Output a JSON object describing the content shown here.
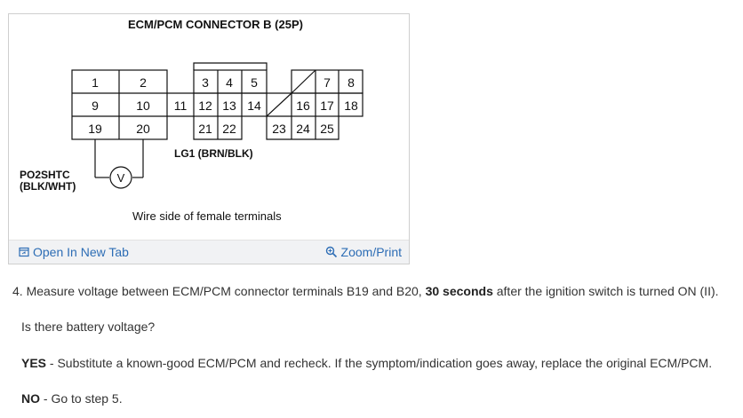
{
  "figure": {
    "title": "ECM/PCM CONNECTOR B (25P)",
    "pins": {
      "p1": "1",
      "p2": "2",
      "p3": "3",
      "p4": "4",
      "p5": "5",
      "p7": "7",
      "p8": "8",
      "p9": "9",
      "p10": "10",
      "p11": "11",
      "p12": "12",
      "p13": "13",
      "p14": "14",
      "p16": "16",
      "p17": "17",
      "p18": "18",
      "p19": "19",
      "p20": "20",
      "p21": "21",
      "p22": "22",
      "p23": "23",
      "p24": "24",
      "p25": "25"
    },
    "wire_label_lg1": "LG1 (BRN/BLK)",
    "wire_label_po2shtc": "PO2SHTC",
    "wire_label_po2shtc_color": "(BLK/WHT)",
    "meter_symbol": "V",
    "caption": "Wire side of female terminals",
    "open_new_tab": "Open In New Tab",
    "zoom_print": "Zoom/Print"
  },
  "step": {
    "number": "4.",
    "text_before": "Measure voltage between ECM/PCM connector terminals B19 and B20, ",
    "bold": "30 seconds",
    "text_after": " after the ignition switch is turned ON (II)."
  },
  "question": "Is there battery voltage?",
  "yes": {
    "label": "YES",
    "text": " - Substitute a known-good ECM/PCM and recheck. If the symptom/indication goes away, replace the original ECM/PCM."
  },
  "no": {
    "label": "NO",
    "text": " - Go to step 5."
  },
  "colors": {
    "link": "#2d6db5",
    "footer_bg": "#f1f2f4",
    "text": "#333333"
  }
}
